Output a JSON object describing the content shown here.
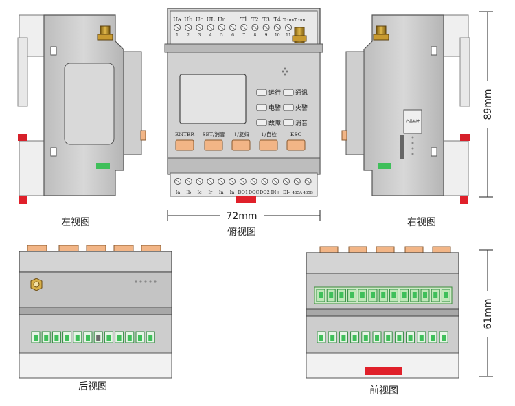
{
  "views": {
    "left": "左视图",
    "top": "俯视图",
    "right": "右视图",
    "back": "后视图",
    "front": "前视图"
  },
  "dimensions": {
    "width": "72mm",
    "height_side": "89mm",
    "height_front": "61mm"
  },
  "top_terminals": {
    "labels": [
      "Ua",
      "Ub",
      "Uc",
      "UL",
      "Un",
      "",
      "T1",
      "T2",
      "T3",
      "T4",
      "Tcom",
      "Tcom"
    ],
    "numbers": [
      "1",
      "2",
      "3",
      "4",
      "5",
      "6",
      "7",
      "8",
      "9",
      "10",
      "11"
    ]
  },
  "bottom_terminals": {
    "labels": [
      "Ia",
      "Ib",
      "Ic",
      "Ir",
      "In",
      "In",
      "DO1",
      "DOC",
      "DO2",
      "DI+",
      "DI-",
      "485A",
      "485B"
    ]
  },
  "indicators": [
    "运行",
    "通讯",
    "电警",
    "火警",
    "故障",
    "消音"
  ],
  "buttons": [
    "ENTER",
    "SET/消音",
    "↑/复归",
    "↓/自检",
    "ESC"
  ],
  "right_side_label": "产品铭牌",
  "colors": {
    "housing": "#c8c8c8",
    "button": "#f2b586",
    "terminal_green": "#3fbf5a",
    "red_tab": "#e0202a",
    "antenna": "#b08a2a"
  }
}
